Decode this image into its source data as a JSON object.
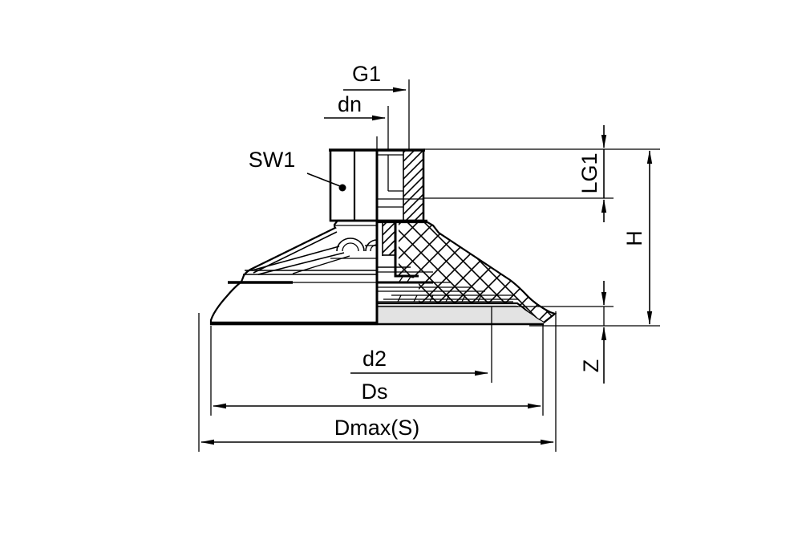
{
  "labels": {
    "g1": "G1",
    "dn": "dn",
    "sw1": "SW1",
    "lg1": "LG1",
    "h": "H",
    "z": "Z",
    "d2": "d2",
    "ds": "Ds",
    "dmax": "Dmax(S)"
  },
  "colors": {
    "background": "#ffffff",
    "part_fill": "#e3e3e3",
    "line": "#000000"
  }
}
